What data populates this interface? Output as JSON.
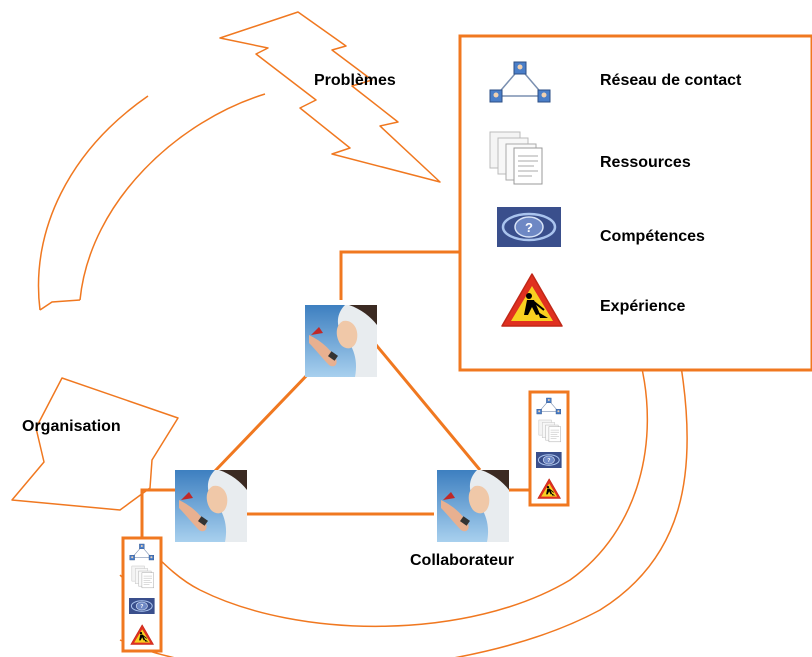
{
  "labels": {
    "problems": "Problèmes",
    "organisation": "Organisation",
    "collaborator": "Collaborateur"
  },
  "legend": {
    "items": [
      {
        "icon": "network-icon",
        "label": "Réseau de contact"
      },
      {
        "icon": "documents-icon",
        "label": "Ressources"
      },
      {
        "icon": "competence-icon",
        "label": "Compétences"
      },
      {
        "icon": "experience-icon",
        "label": "Expérience"
      }
    ]
  },
  "colors": {
    "accent": "#f07820",
    "line": "#f07820",
    "text": "#000000",
    "photo_sky": "#6aa8d8",
    "competence_bg": "#3a4f8c",
    "warning_red": "#e03020",
    "warning_yellow": "#f8d020"
  }
}
